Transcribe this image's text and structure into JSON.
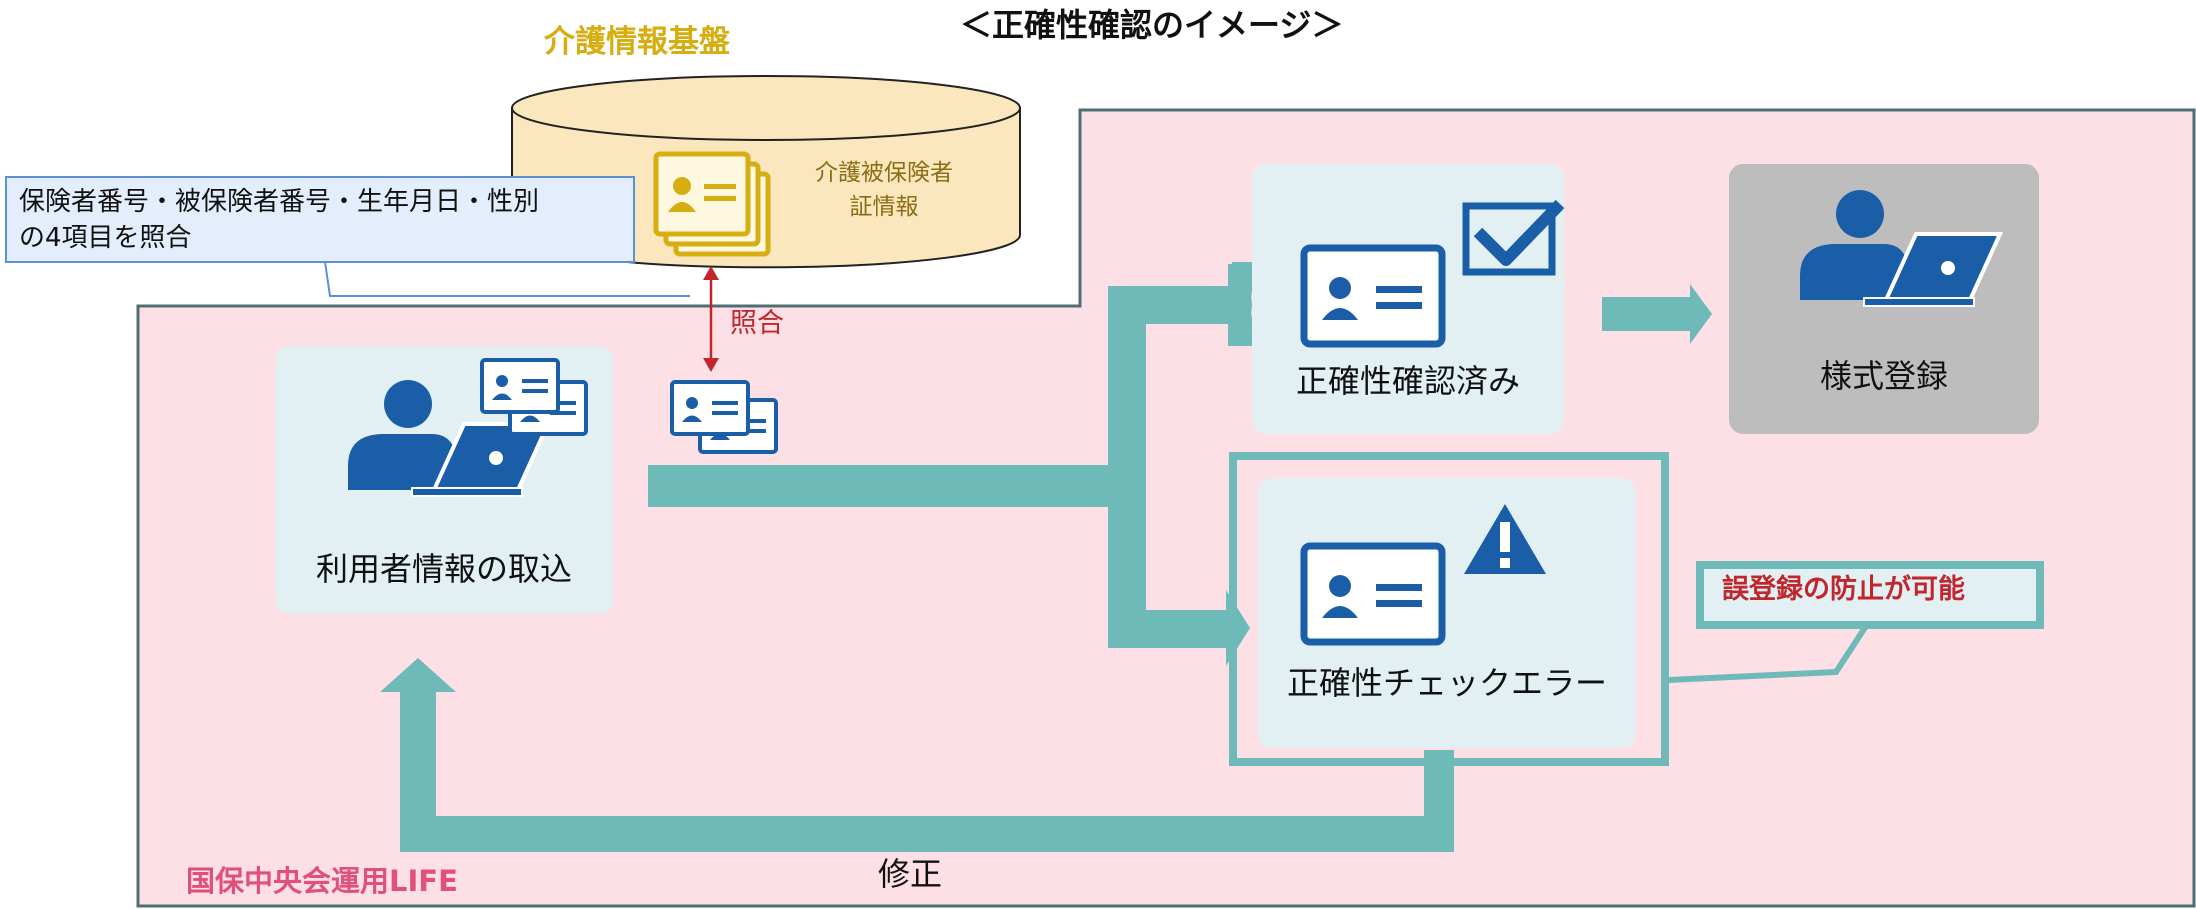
{
  "title": "＜正確性確認のイメージ＞",
  "kaigo_platform": {
    "title": "介護情報基盤",
    "db_label": "介護被保険者証情報"
  },
  "match_box": {
    "line1": "保険者番号・被保険者番号・生年月日・性別",
    "line2": "の4項目を照合"
  },
  "match_label": "照合",
  "nodes": {
    "import": "利用者情報の取込",
    "confirmed": "正確性確認済み",
    "registration": "様式登録",
    "error": "正確性チェックエラー"
  },
  "callout": "誤登録の防止が可能",
  "fix_label": "修正",
  "region_label": "国保中央会運用LIFE",
  "icons": [
    "person-laptop-icon",
    "id-card-icon",
    "check-icon",
    "warning-icon",
    "database-icon"
  ],
  "colors": {
    "region_bg": "#fde0e5",
    "arrow": "#6dbab8",
    "card_bg": "#e2f0f4",
    "gray_card": "#bdbdbd",
    "blue": "#1b5ea8",
    "gold": "#d6ae12",
    "red": "#c0262b",
    "pink_text": "#e0507c"
  }
}
